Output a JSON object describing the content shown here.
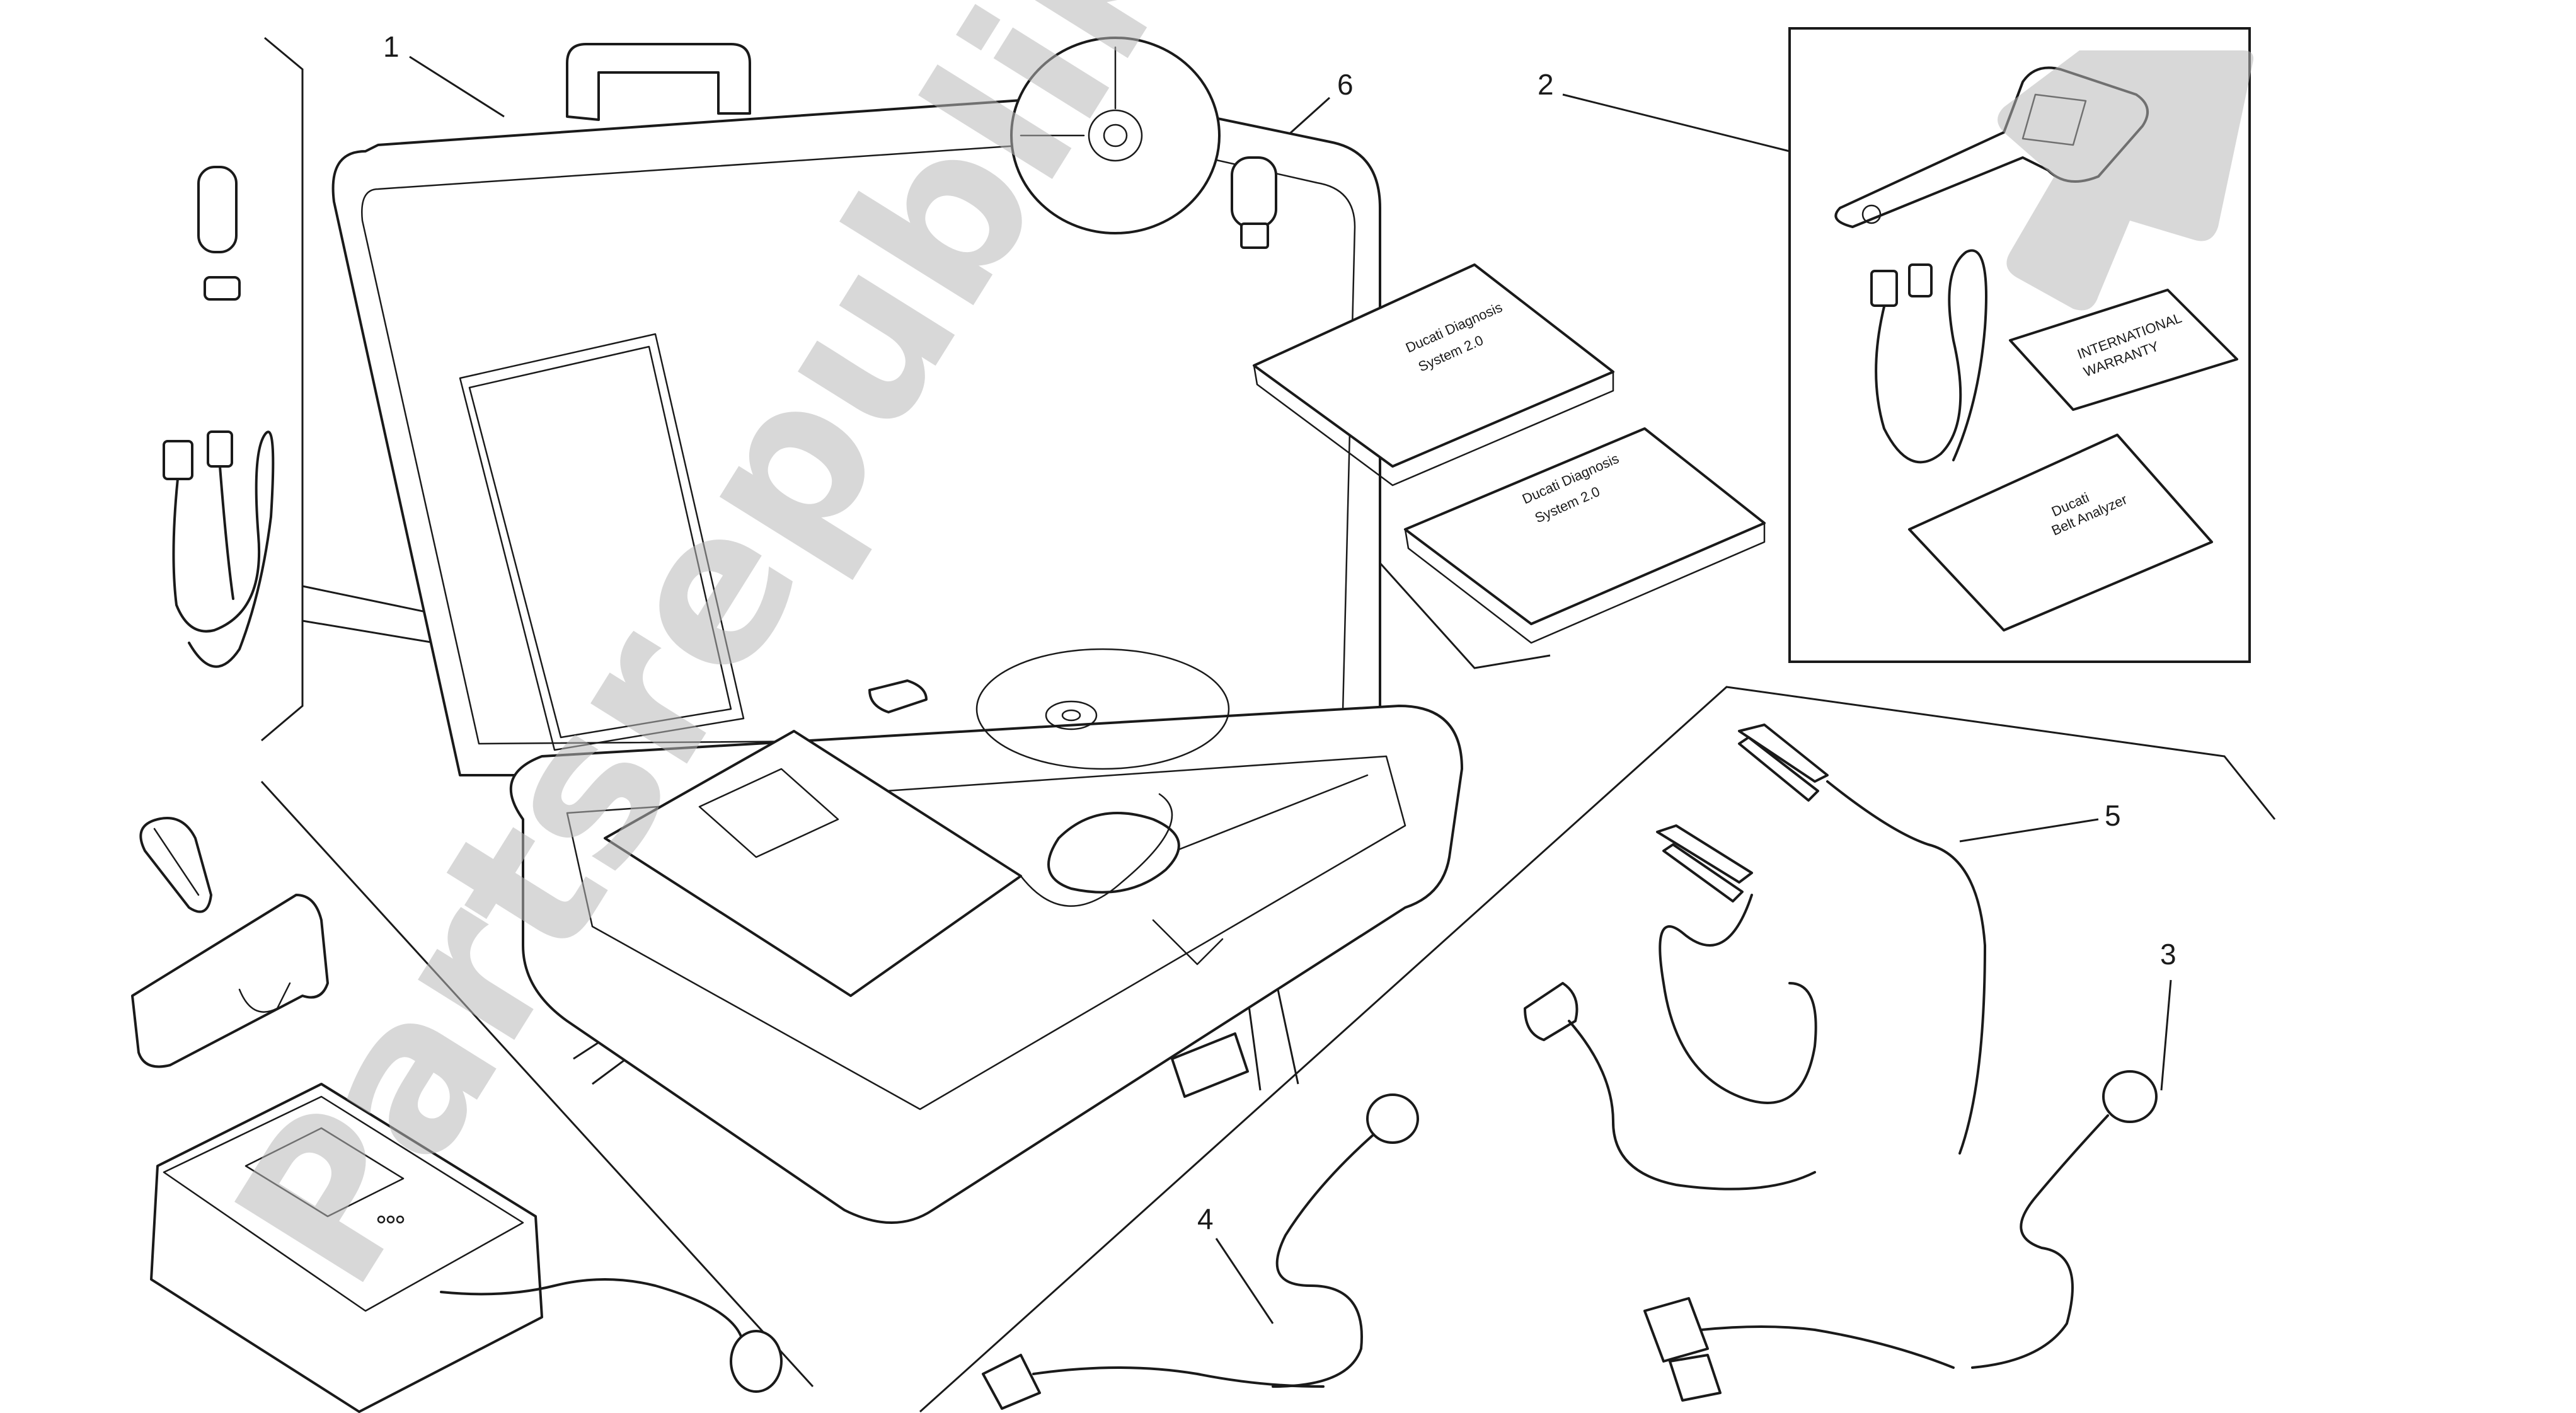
{
  "callouts": [
    {
      "id": "1",
      "label": "1"
    },
    {
      "id": "2",
      "label": "2"
    },
    {
      "id": "3",
      "label": "3"
    },
    {
      "id": "4",
      "label": "4"
    },
    {
      "id": "5",
      "label": "5"
    },
    {
      "id": "6",
      "label": "6"
    }
  ],
  "books": {
    "diagnosis_1_title": "Ducati Diagnosis",
    "diagnosis_1_sub": "System 2.0",
    "diagnosis_2_title": "Ducati Diagnosis",
    "diagnosis_2_sub": "System 2.0",
    "warranty_title": "INTERNATIONAL",
    "warranty_sub": "WARRANTY",
    "belt_title": "Ducati",
    "belt_sub": "Belt Analyzer"
  },
  "watermark": {
    "text": "Partsrepublik"
  },
  "colors": {
    "line": "#1a1a1a",
    "watermark": "#b8b8b8",
    "background": "#ffffff"
  }
}
